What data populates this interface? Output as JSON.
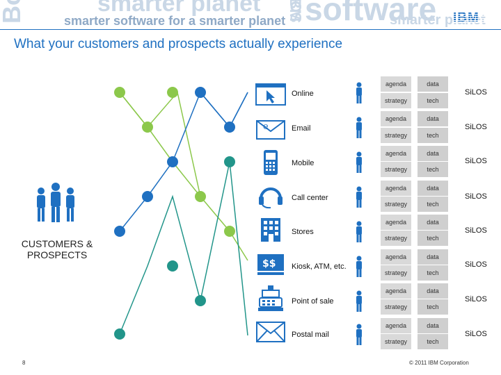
{
  "header": {
    "watermark_words": [
      "smarter planet",
      "software",
      "IBM",
      "SOA",
      "Bo"
    ],
    "tagline": "smarter software for a smarter planet",
    "logo": "IBM"
  },
  "slide": {
    "title": "What your customers and prospects actually experience"
  },
  "customers": {
    "label_line1": "CUSTOMERS &",
    "label_line2": "PROSPECTS",
    "icon": "group-of-people-icon",
    "color": "#1f70c1"
  },
  "channels": [
    {
      "name": "Online",
      "icon": "browser-cursor-icon"
    },
    {
      "name": "Email",
      "icon": "email-envelope-icon"
    },
    {
      "name": "Mobile",
      "icon": "mobile-phone-icon"
    },
    {
      "name": "Call center",
      "icon": "headset-icon"
    },
    {
      "name": "Stores",
      "icon": "store-building-icon"
    },
    {
      "name": "Kiosk, ATM, etc.",
      "icon": "atm-cash-icon"
    },
    {
      "name": "Point of sale",
      "icon": "cash-register-icon"
    },
    {
      "name": "Postal mail",
      "icon": "postal-envelope-icon"
    }
  ],
  "silo_cells": {
    "agenda": "agenda",
    "data": "data",
    "strategy": "strategy",
    "tech": "tech",
    "silos": "SiLOS"
  },
  "journey_colors": {
    "green": "#8cc84b",
    "blue": "#1f70c1",
    "teal": "#22958a"
  },
  "footer": {
    "page_number": "8",
    "copyright": "© 2011 IBM Corporation"
  }
}
